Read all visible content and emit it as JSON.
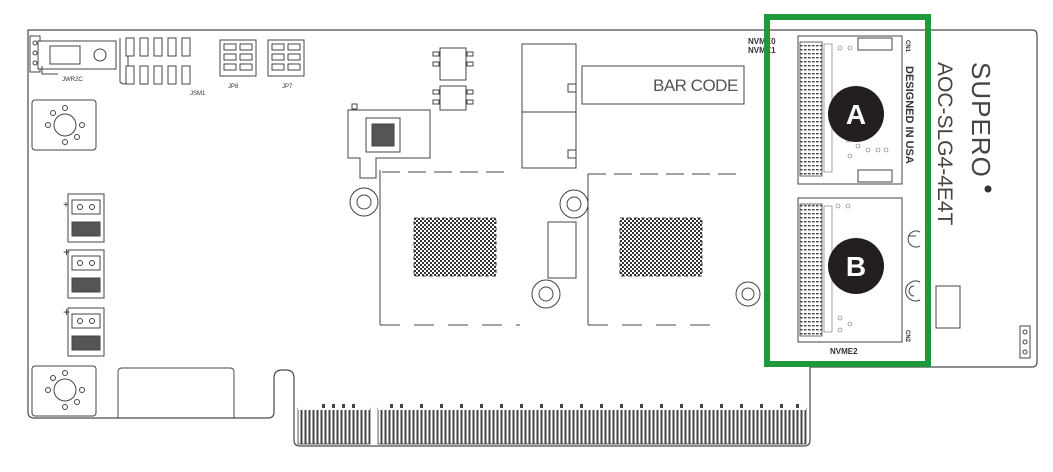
{
  "board": {
    "brand": "SUPERO",
    "model": "AOC-SLG4-4E4T",
    "designed_in": "DESIGNED IN USA",
    "barcode_label": "BAR CODE",
    "connectors": {
      "jwr2c": "JWR2C",
      "jsm1": "JSM1",
      "jp8": "JP8",
      "jp7": "JP7",
      "nvme0": "NVME0",
      "nvme1": "NVME1",
      "nvme2": "NVME2",
      "cn1": "CN1",
      "cn2": "CN2"
    },
    "callouts": {
      "a": "A",
      "b": "B"
    },
    "colors": {
      "highlight": "#1f9a3a",
      "callout_fill": "#231f20",
      "outline": "#444444"
    }
  }
}
